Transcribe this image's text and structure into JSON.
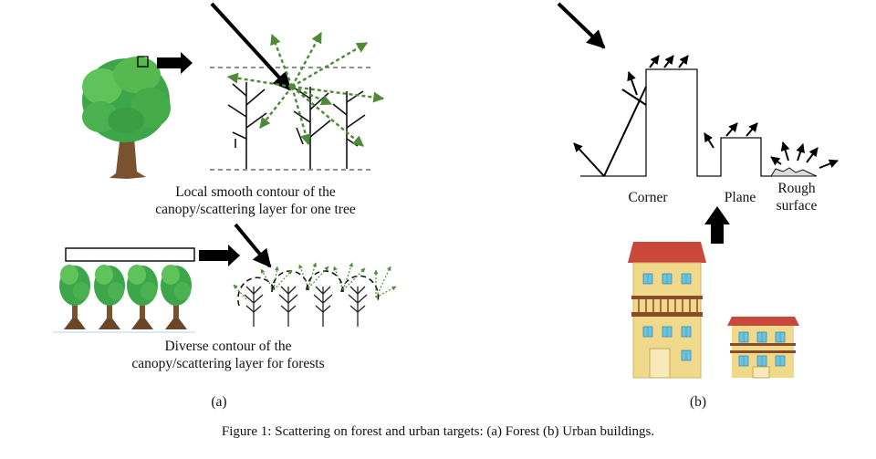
{
  "panel_a": {
    "caption_single": [
      "Local smooth contour of the",
      "canopy/scattering layer for one tree"
    ],
    "caption_forest": [
      "Diverse contour of the",
      "canopy/scattering layer for forests"
    ],
    "sublabel": "(a)"
  },
  "panel_b": {
    "label_corner": "Corner",
    "label_plane": "Plane",
    "label_rough": [
      "Rough",
      "surface"
    ],
    "sublabel": "(b)"
  },
  "figure_caption": "Figure 1: Scattering on forest and urban targets: (a) Forest (b) Urban buildings.",
  "colors": {
    "foliage": "#3ea64a",
    "foliage_light": "#5fc25a",
    "trunk": "#7a5230",
    "scatter_green": "#4f8a3a",
    "wall": "#f0d98a",
    "roof": "#c9473b",
    "window": "#6cc3e0"
  }
}
